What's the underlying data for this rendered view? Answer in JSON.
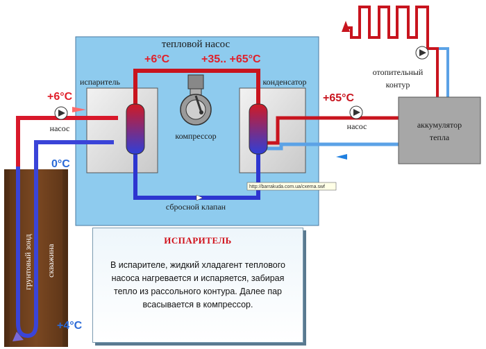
{
  "title": "тепловой насос",
  "temps": {
    "evap_in": "+6°C",
    "comp_out": "+35.. +65°C",
    "ground_in": "+6°C",
    "ground_out": "0°C",
    "heat_out": "+65°C",
    "probe_bottom": "+4°C"
  },
  "labels": {
    "evaporator": "испаритель",
    "condenser": "конденсатор",
    "compressor": "компрессор",
    "valve": "сбросной клапан",
    "pump_left": "насос",
    "pump_right": "насос",
    "heating_line1": "отопительный",
    "heating_line2": "контур",
    "accum_line1": "аккумулятор",
    "accum_line2": "тепла",
    "probe": "грунтовый зонд",
    "well": "скважина",
    "url": "http://barrakuda.com.ua/cxema.swf"
  },
  "info": {
    "title": "ИСПАРИТЕЛЬ",
    "body": "В испарителе, жидкий хладагент теплового насоса нагревается и испаряется, забирая тепло из рассольного контура. Далее пар всасывается в компрессор."
  },
  "colors": {
    "hot": "#c8141e",
    "cold": "#2030d0",
    "panel": "#8ecbee",
    "hot_text": "#e0202a",
    "cold_text": "#2a6ad8"
  }
}
